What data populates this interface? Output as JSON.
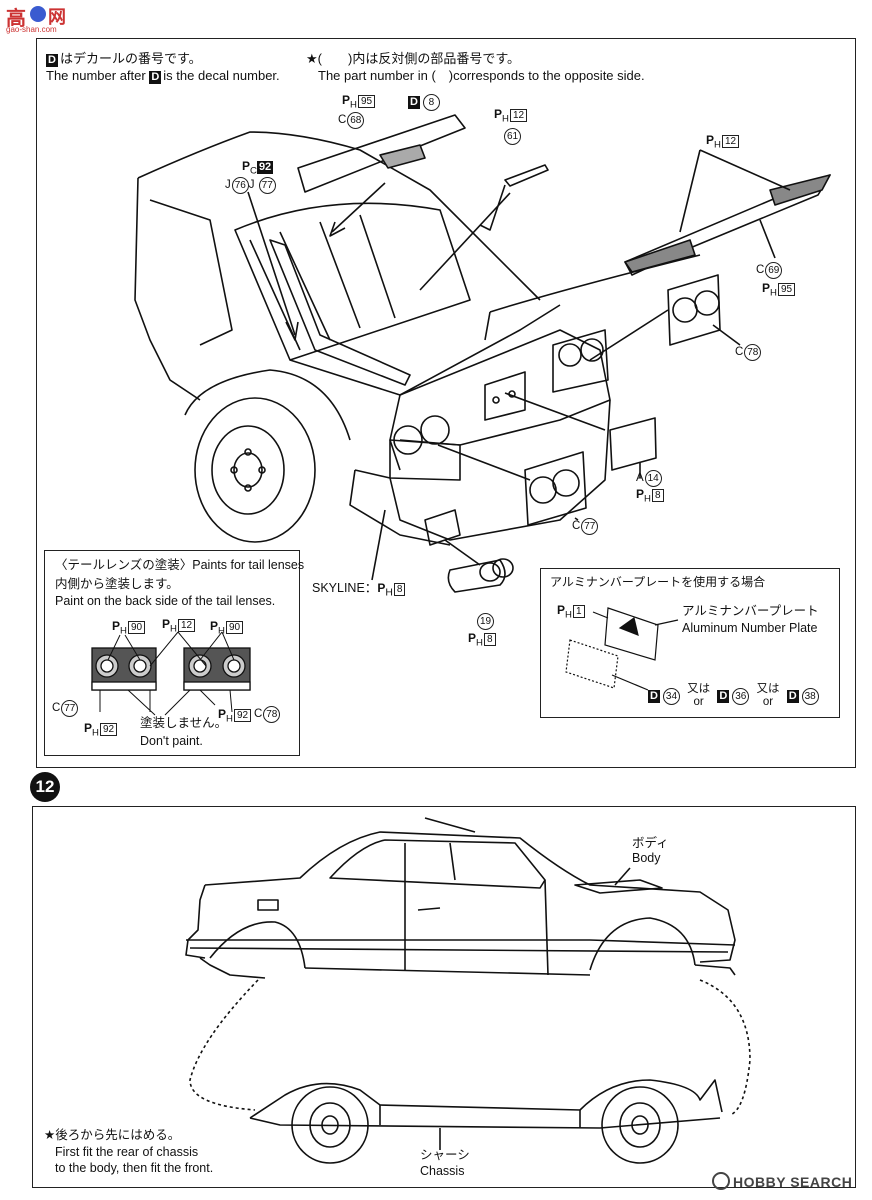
{
  "watermark": {
    "logo_text": "高",
    "url": "gao-shan.com"
  },
  "notes": {
    "decal_jp": "はデカールの番号です。",
    "decal_en": "The number after",
    "decal_en_tail": "is the decal number.",
    "decal_mark": "D",
    "opp_jp": "★(　　)内は反対側の部品番号です。",
    "opp_en": "The part number in (　)corresponds to the opposite side."
  },
  "callouts": {
    "ph95_top": {
      "prefix": "P",
      "sub": "H",
      "num": "95"
    },
    "d8_top": {
      "prefix": "D",
      "num": "8"
    },
    "c68": {
      "letter": "C",
      "num": "68"
    },
    "ph12_mid": {
      "prefix": "P",
      "sub": "H",
      "num": "12"
    },
    "n61": {
      "num": "61"
    },
    "pc92": {
      "prefix": "P",
      "sub": "C",
      "num": "92"
    },
    "j76_j77": {
      "letter": "J",
      "num1": "76",
      "letter2": "J",
      "num2": "77"
    },
    "ph12_right": {
      "prefix": "P",
      "sub": "H",
      "num": "12"
    },
    "c69": {
      "letter": "C",
      "num": "69"
    },
    "ph95_right": {
      "prefix": "P",
      "sub": "H",
      "num": "95"
    },
    "c78": {
      "letter": "C",
      "num": "78"
    },
    "a14": {
      "letter": "A",
      "num": "14"
    },
    "ph8_a": {
      "prefix": "P",
      "sub": "H",
      "num": "8"
    },
    "c77": {
      "letter": "C",
      "num": "77"
    },
    "skyline": {
      "text": "SKYLINE：",
      "prefix": "P",
      "sub": "H",
      "num": "8"
    },
    "n19": {
      "num": "19"
    },
    "ph8_b": {
      "prefix": "P",
      "sub": "H",
      "num": "8"
    }
  },
  "tail_box": {
    "title_jp": "〈テールレンズの塗装〉Paints for tail lenses",
    "line2_jp": "内側から塗装します。",
    "line3_en": "Paint on the back side of the tail lenses.",
    "ph90_a": "90",
    "ph12": "12",
    "ph90_b": "90",
    "c77": "77",
    "c78": "78",
    "ph92_a": "92",
    "ph92_b": "92",
    "dont_jp": "塗装しません。",
    "dont_en": "Don't paint."
  },
  "plate_box": {
    "title": "アルミナンバープレートを使用する場合",
    "ph1": "1",
    "plate_jp": "アルミナンバープレート",
    "plate_en": "Aluminum Number Plate",
    "d34": "34",
    "d36": "36",
    "d38": "38",
    "or_jp": "又は",
    "or_en": "or"
  },
  "step": {
    "number": "12"
  },
  "step12": {
    "body_jp": "ボディ",
    "body_en": "Body",
    "chassis_jp": "シャーシ",
    "chassis_en": "Chassis",
    "instr_jp": "★後ろから先にはめる。",
    "instr_en1": "First fit the rear of chassis",
    "instr_en2": "to the body, then fit the front."
  },
  "footer": {
    "brand": "HOBBY SEARCH"
  }
}
